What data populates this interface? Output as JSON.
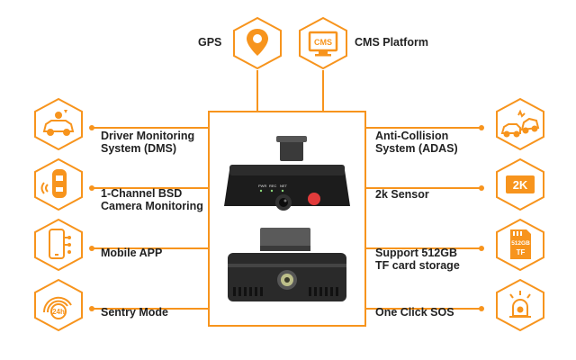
{
  "accent_color": "#f7941d",
  "features": {
    "gps": {
      "label": "GPS",
      "icon": "map-pin-icon"
    },
    "cms": {
      "label": "CMS Platform",
      "icon": "cms-monitor-icon",
      "icon_text": "CMS"
    },
    "dms": {
      "line1": "Driver Monitoring",
      "line2": "System (DMS)",
      "icon": "driver-monitoring-car-icon"
    },
    "bsd": {
      "line1": "1-Channel BSD",
      "line2": "Camera Monitoring",
      "icon": "blind-spot-car-icon"
    },
    "app": {
      "label": "Mobile APP",
      "icon": "smartphone-app-icon"
    },
    "sentry": {
      "label": "Sentry Mode",
      "icon": "sentry-24h-icon",
      "icon_text": "24h"
    },
    "adas": {
      "line1": "Anti-Collision",
      "line2": "System (ADAS)",
      "icon": "car-collision-icon"
    },
    "sensor": {
      "label": "2k Sensor",
      "icon": "2k-badge-icon",
      "icon_text": "2K"
    },
    "storage": {
      "line1": "Support 512GB",
      "line2": "TF card storage",
      "icon": "sd-card-icon",
      "icon_text1": "512GB",
      "icon_text2": "TF"
    },
    "sos": {
      "label": "One Click SOS",
      "icon": "sos-alarm-icon"
    }
  },
  "device": {
    "led1": "PWR",
    "led2": "REC",
    "led3": "NET"
  }
}
